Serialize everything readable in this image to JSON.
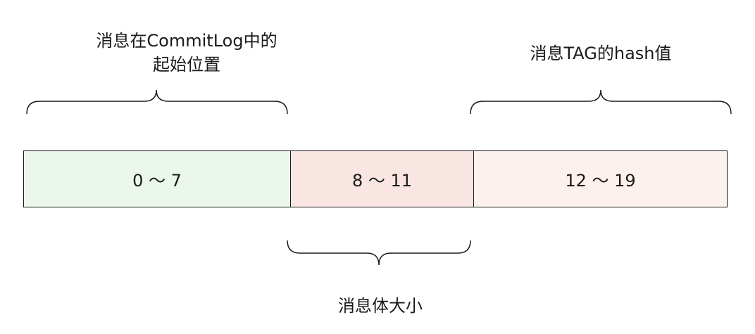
{
  "segments": [
    {
      "range": "0 ～ 7",
      "color": "#eaf7ea"
    },
    {
      "range": "8 ～ 11",
      "color": "#f9e6e3"
    },
    {
      "range": "12 ～ 19",
      "color": "#fdf1ed"
    }
  ],
  "labels": {
    "offset": {
      "line1": "消息在CommitLog中的",
      "line2": "起始位置"
    },
    "size": "消息体大小",
    "tag": "消息TAG的hash值"
  }
}
